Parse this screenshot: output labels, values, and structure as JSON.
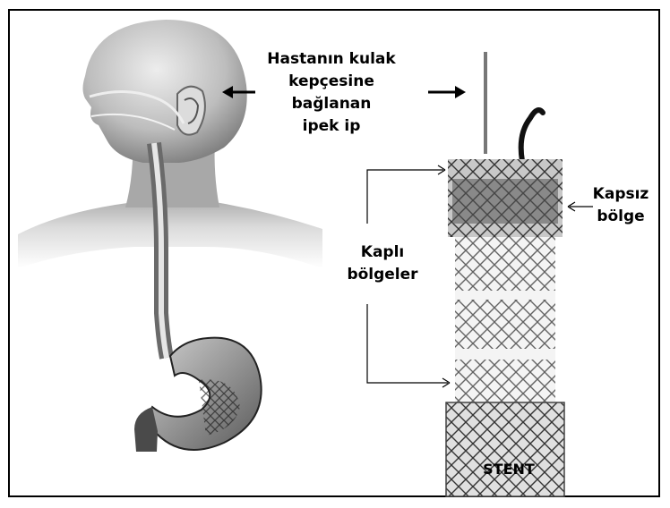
{
  "labels": {
    "silk_thread": [
      "Hastanın kulak",
      "kepçesine",
      "bağlanan",
      "ipek ip"
    ],
    "uncovered_region": [
      "Kapsız",
      "bölge"
    ],
    "covered_regions": [
      "Kaplı",
      "bölgeler"
    ],
    "stent": "STENT"
  }
}
